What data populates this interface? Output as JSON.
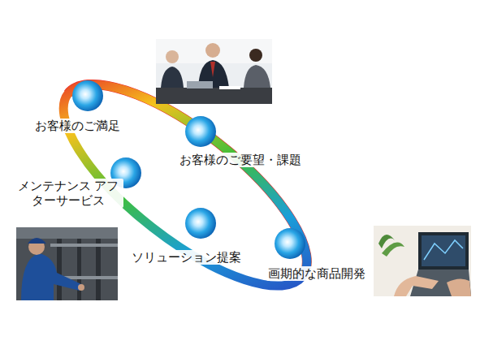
{
  "diagram": {
    "nodes": [
      {
        "text": [
          "お客様のご満足"
        ]
      },
      {
        "text": [
          "お客様のご要望・課題"
        ]
      },
      {
        "text": [
          "メンテナンス アフターサービス"
        ]
      },
      {
        "text": [
          "ソリューション提案"
        ]
      },
      {
        "text": [
          "画期的な商品開発"
        ]
      }
    ]
  }
}
